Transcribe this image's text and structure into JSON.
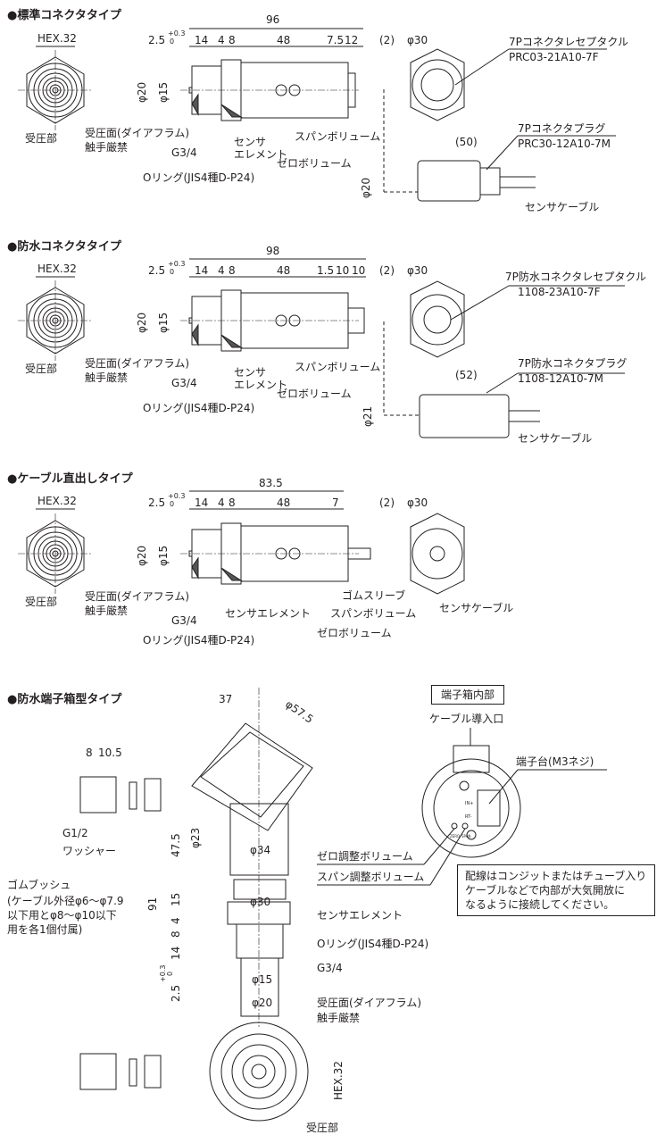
{
  "sections": {
    "standard": {
      "title": "●標準コネクタタイプ",
      "hex": "HEX.32",
      "receiver": "受圧部",
      "dims": {
        "total": "96",
        "d25": "2.5",
        "tol_plus": "+0.3",
        "tol_zero": "0",
        "d14": "14",
        "d4": "4",
        "d8": "8",
        "d48": "48",
        "d75": "7.5",
        "d12": "12",
        "phi20": "φ20",
        "phi15": "φ15",
        "gap": "(2)",
        "phi30": "φ30",
        "plug_len": "(50)",
        "plug_phi": "φ20"
      },
      "labels": {
        "diaphragm": "受圧面(ダイアフラム)",
        "no_touch": "触手厳禁",
        "thread": "G3/4",
        "sensor1": "センサ",
        "sensor2": "エレメント",
        "span": "スパンボリューム",
        "zero": "ゼロボリューム",
        "oring": "Oリング(JIS4種D-P24)",
        "receptacle": "7Pコネクタレセプタクル",
        "receptacle_part": "PRC03-21A10-7F",
        "plug": "7Pコネクタプラグ",
        "plug_part": "PRC30-12A10-7M",
        "cable": "センサケーブル"
      }
    },
    "waterproof": {
      "title": "●防水コネクタタイプ",
      "hex": "HEX.32",
      "receiver": "受圧部",
      "dims": {
        "total": "98",
        "d25": "2.5",
        "tol_plus": "+0.3",
        "tol_zero": "0",
        "d14": "14",
        "d4": "4",
        "d8": "8",
        "d48": "48",
        "d15": "1.5",
        "d10a": "10",
        "d10b": "10",
        "phi20": "φ20",
        "phi15": "φ15",
        "gap": "(2)",
        "phi30": "φ30",
        "plug_len": "(52)",
        "plug_phi": "φ21"
      },
      "labels": {
        "diaphragm": "受圧面(ダイアフラム)",
        "no_touch": "触手厳禁",
        "thread": "G3/4",
        "sensor1": "センサ",
        "sensor2": "エレメント",
        "span": "スパンボリューム",
        "zero": "ゼロボリューム",
        "oring": "Oリング(JIS4種D-P24)",
        "receptacle": "7P防水コネクタレセプタクル",
        "receptacle_part": "1108-23A10-7F",
        "plug": "7P防水コネクタプラグ",
        "plug_part": "1108-12A10-7M",
        "cable": "センサケーブル"
      }
    },
    "cable": {
      "title": "●ケーブル直出しタイプ",
      "hex": "HEX.32",
      "receiver": "受圧部",
      "dims": {
        "total": "83.5",
        "d25": "2.5",
        "tol_plus": "+0.3",
        "tol_zero": "0",
        "d14": "14",
        "d4": "4",
        "d8": "8",
        "d48": "48",
        "d7": "7",
        "phi20": "φ20",
        "phi15": "φ15",
        "gap": "(2)",
        "phi30": "φ30"
      },
      "labels": {
        "diaphragm": "受圧面(ダイアフラム)",
        "no_touch": "触手厳禁",
        "thread": "G3/4",
        "sensor": "センサエレメント",
        "span": "スパンボリューム",
        "zero": "ゼロボリューム",
        "oring": "Oリング(JIS4種D-P24)",
        "sleeve": "ゴムスリーブ",
        "cable": "センサケーブル"
      }
    },
    "terminal": {
      "title": "●防水端子箱型タイプ",
      "dims": {
        "d37": "37",
        "phi575": "φ57.5",
        "d8": "8",
        "d105": "10.5",
        "d475": "47.5",
        "phi23": "φ23",
        "phi34": "φ34",
        "d91": "91",
        "d15": "15",
        "phi30": "φ30",
        "d4": "4",
        "d8b": "8",
        "d14": "14",
        "d25": "2.5",
        "tol_plus": "+0.3",
        "tol_zero": "0",
        "phi15": "φ15",
        "phi20": "φ20",
        "hex": "HEX.32"
      },
      "labels": {
        "g12": "G1/2",
        "washer": "ワッシャー",
        "bushing": "ゴムブッシュ",
        "bushing_note1": "(ケーブル外径φ6〜φ7.9",
        "bushing_note2": "以下用とφ8〜φ10以下",
        "bushing_note3": "用を各1個付属)",
        "sensor": "センサエレメント",
        "oring": "Oリング(JIS4種D-P24)",
        "thread": "G3/4",
        "diaphragm": "受圧面(ダイアフラム)",
        "no_touch": "触手厳禁",
        "receiver": "受圧部",
        "inside": "端子箱内部",
        "cable_inlet": "ケーブル導入口",
        "terminal_block": "端子台(M3ネジ)",
        "zero_adj": "ゼロ調整ボリューム",
        "span_adj": "スパン調整ボリューム",
        "in_plus": "IN+",
        "rt_minus": "RT-",
        "zero_small": "ZERO",
        "span_small": "SPAN"
      },
      "note": [
        "配線はコンジットまたはチューブ入り",
        "ケーブルなどで内部が大気開放に",
        "なるように接続してください。"
      ]
    }
  }
}
